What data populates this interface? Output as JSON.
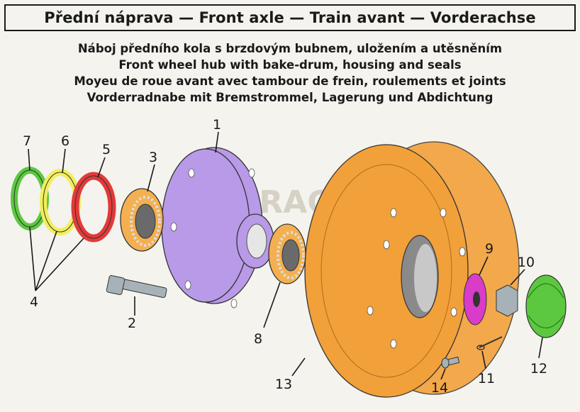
{
  "header": {
    "title": "Přední náprava — Front axle — Train avant — Vorderachse"
  },
  "subtitles": [
    "Náboj předního kola s brzdovým bubnem, uložením a utěsněním",
    "Front wheel hub with bake-drum, housing and seals",
    "Moyeu de roue avant avec tambour de frein, roulements et joints",
    "Vorderradnabe mit Bremstrommel, Lagerung und Abdichtung"
  ],
  "watermark": "PRAGOS.cz",
  "colors": {
    "hub": "#b89ae8",
    "drum": "#f2a03a",
    "green": "#5cc840",
    "yellow": "#f2ee5c",
    "red": "#e23a3a",
    "bearing": "#f4b050",
    "magenta": "#d83cc8",
    "steel": "#a6b2b8"
  },
  "callouts": [
    "1",
    "2",
    "3",
    "4",
    "5",
    "6",
    "7",
    "8",
    "9",
    "10",
    "11",
    "12",
    "13",
    "14"
  ]
}
